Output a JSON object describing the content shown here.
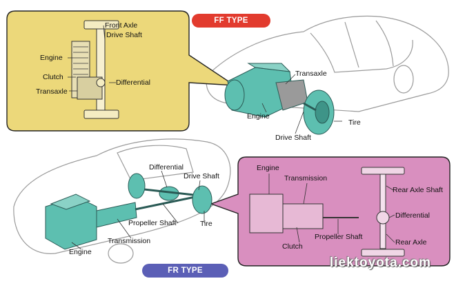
{
  "ff_section": {
    "badge": "FF TYPE",
    "callout_labels": {
      "front_axle": "Front Axle",
      "drive_shaft": "Drive Shaft",
      "engine": "Engine",
      "clutch": "Clutch",
      "differential": "Differential",
      "transaxle": "Transaxle"
    },
    "car_labels": {
      "transaxle": "Transaxle",
      "engine": "Engine",
      "tire": "Tire",
      "drive_shaft": "Drive Shaft"
    }
  },
  "fr_section": {
    "badge": "FR TYPE",
    "car_labels": {
      "differential": "Differential",
      "drive_shaft": "Drive Shaft",
      "propeller_shaft": "Propeller Shaft",
      "tire": "Tire",
      "transmission": "Transmission",
      "engine": "Engine"
    },
    "callout_labels": {
      "engine": "Engine",
      "transmission": "Transmission",
      "rear_axle_shaft": "Rear Axle Shaft",
      "differential": "Differential",
      "propeller_shaft": "Propeller Shaft",
      "clutch": "Clutch",
      "rear_axle": "Rear Axle"
    }
  },
  "watermark": "liektoyota.com",
  "colors": {
    "ff_callout_fill": "#ecd87a",
    "fr_callout_fill": "#d98fbf",
    "ff_badge": "#e23b2e",
    "fr_badge": "#5b5fb6",
    "component_teal": "#5dbfb0"
  }
}
